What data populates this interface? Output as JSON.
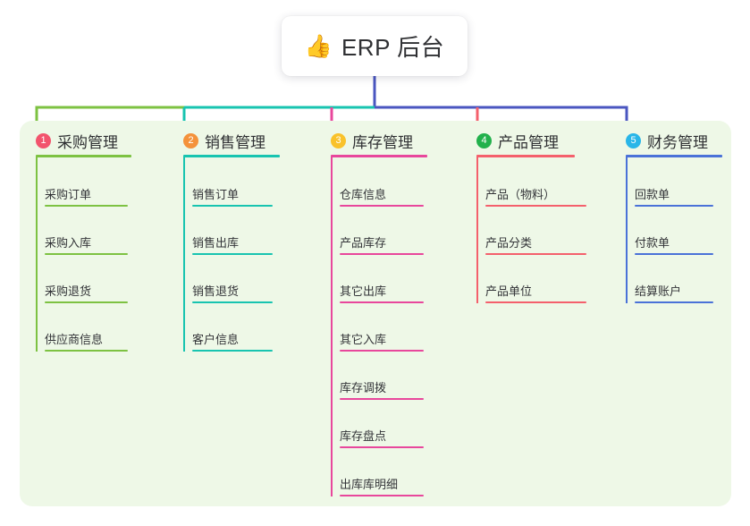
{
  "diagram": {
    "title": "ERP 后台",
    "title_icon": "thumbs-up-icon",
    "title_emoji": "👍",
    "background": "#eef8e7",
    "root_connector_color": "#4a56c0"
  },
  "columns": [
    {
      "index": "1",
      "title": "采购管理",
      "badge_color": "#f2546d",
      "line_color": "#7dc242",
      "connector_color": "#7dc242",
      "items": [
        "采购订单",
        "采购入库",
        "采购退货",
        "供应商信息"
      ]
    },
    {
      "index": "2",
      "title": "销售管理",
      "badge_color": "#f4923b",
      "line_color": "#18c4b0",
      "connector_color": "#18c4b0",
      "items": [
        "销售订单",
        "销售出库",
        "销售退货",
        "客户信息"
      ]
    },
    {
      "index": "3",
      "title": "库存管理",
      "badge_color": "#f9c22b",
      "line_color": "#e8479c",
      "connector_color": "#e8479c",
      "items": [
        "仓库信息",
        "产品库存",
        "其它出库",
        "其它入库",
        "库存调拨",
        "库存盘点",
        "出库库明细"
      ]
    },
    {
      "index": "4",
      "title": "产品管理",
      "badge_color": "#22b14c",
      "line_color": "#f4606c",
      "connector_color": "#f4606c",
      "items": [
        "产品（物料）",
        "产品分类",
        "产品单位"
      ]
    },
    {
      "index": "5",
      "title": "财务管理",
      "badge_color": "#29b6e8",
      "line_color": "#4a72d8",
      "connector_color": "#4a56c0",
      "items": [
        "回款单",
        "付款单",
        "结算账户"
      ]
    }
  ]
}
